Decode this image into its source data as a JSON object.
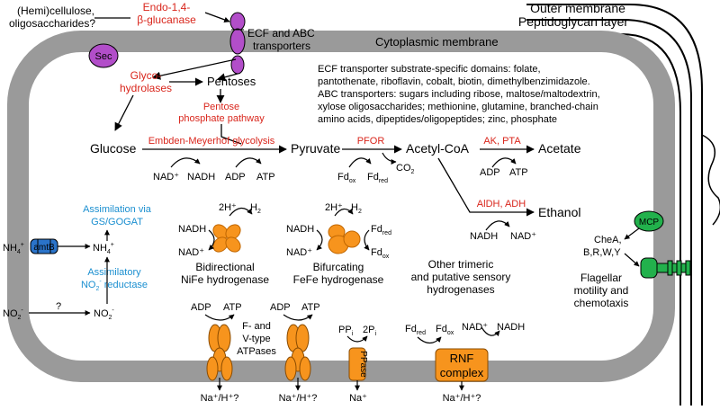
{
  "colors": {
    "membrane": "#9a9a9a",
    "red_label": "#d9261c",
    "blue_label": "#1b8fd0",
    "purple": "#b24ec9",
    "orange": "#f7941d",
    "green": "#22b14c",
    "blue_transporter": "#2a73c9"
  },
  "membranes": {
    "outer": "Outer membrane",
    "peptidoglycan": "Peptidoglycan layer",
    "cytoplasmic": "Cytoplasmic membrane"
  },
  "substrate": {
    "line1": "(Hemi)cellulose,",
    "line2": "oligosaccharides?"
  },
  "endo": {
    "line1": "Endo-1,4-",
    "line2": "β-glucanase"
  },
  "ecf_abc": {
    "line1": "ECF and ABC",
    "line2": "transporters"
  },
  "sec": "Sec",
  "glycohydrolases": {
    "line1": "Glyco-",
    "line2": "hydrolases"
  },
  "pentoses": "Pentoses",
  "ppp": {
    "line1": "Pentose",
    "line2": "phosphate pathway"
  },
  "transport_info": [
    "ECF transporter substrate-specific domains: folate,",
    "pantothenate, riboflavin, cobalt, biotin, dimethylbenzimidazole.",
    "ABC transporters: sugars including ribose, maltose/maltodextrin,",
    "xylose oligosaccharides; methionine, glutamine, branched-chain",
    "amino acids, dipeptides/oligopeptides; zinc, phosphate"
  ],
  "glycolysis": {
    "glucose": "Glucose",
    "pathway": "Embden-Meyerhof glycolysis",
    "pyruvate": "Pyruvate",
    "nad": "NAD⁺",
    "nadh": "NADH",
    "adp": "ADP",
    "atp": "ATP"
  },
  "pfor": {
    "enzyme": "PFOR",
    "acetyl_coa": "Acetyl-CoA",
    "fd": "Fd",
    "ox": "ox",
    "red": "red",
    "co2": "CO",
    "co2_sub": "2"
  },
  "acetate_branch": {
    "enzyme": "AK, PTA",
    "product": "Acetate",
    "adp": "ADP",
    "atp": "ATP"
  },
  "ethanol_branch": {
    "enzyme": "AlDH, ADH",
    "product": "Ethanol",
    "nadh": "NADH",
    "nad": "NAD⁺"
  },
  "nife": {
    "h2in": "2H⁺",
    "h2out": "H",
    "h2sub": "2",
    "nadh": "NADH",
    "nad": "NAD⁺",
    "label1": "Bidirectional",
    "label2": "NiFe hydrogenase"
  },
  "fefe": {
    "nadh": "NADH",
    "nad": "NAD⁺",
    "h2in": "2H⁺",
    "h2out": "H",
    "h2sub": "2",
    "fd": "Fd",
    "red": "red",
    "ox": "ox",
    "label1": "Bifurcating",
    "label2": "FeFe hydrogenase"
  },
  "other_hydrogenases": {
    "line1": "Other trimeric",
    "line2": "and putative sensory",
    "line3": "hydrogenases"
  },
  "nitrogen": {
    "assimilation1": "Assimilation via",
    "assimilation2": "GS/GOGAT",
    "nh4_out": "NH",
    "nh4_in": "NH",
    "amtb": "amtB",
    "reductase1": "Assimilatory",
    "reductase2": "NO",
    "reductase2b": " reductase",
    "no2_out": "NO",
    "no2_in": "NO",
    "question": "?"
  },
  "chemotaxis": {
    "mcp": "MCP",
    "che1": "CheA,",
    "che2": "B,R,W,Y",
    "flag1": "Flagellar",
    "flag2": "motility and",
    "flag3": "chemotaxis"
  },
  "atpases": {
    "adp": "ADP",
    "atp": "ATP",
    "label1": "F- and",
    "label2": "V-type",
    "label3": "ATPases",
    "ion": "Na⁺/H⁺?"
  },
  "ppase": {
    "label": "PPase",
    "ppi": "PP",
    "ppi_sub": "i",
    "pi": "2P",
    "pi_sub": "i",
    "ion": "Na⁺"
  },
  "rnf": {
    "line1": "RNF",
    "line2": "complex",
    "fd": "Fd",
    "red": "red",
    "ox": "ox",
    "nad": "NAD⁺",
    "nadh": "NADH",
    "ion": "Na⁺/H⁺?"
  }
}
